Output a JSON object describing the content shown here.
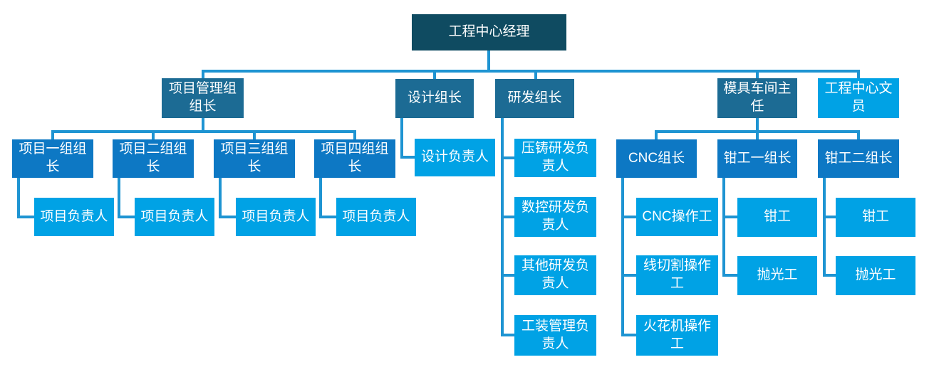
{
  "colors": {
    "level1": "#0f4b61",
    "level2": "#1c6b94",
    "level3": "#0d78c4",
    "leaf": "#00a2e5",
    "connector": "#1e94d2",
    "text": "#ffffff",
    "background": "#ffffff"
  },
  "diagram_type": "org-chart",
  "tree": {
    "label": "工程中心经理",
    "children": [
      {
        "label": "项目管理组组长",
        "children": [
          {
            "label": "项目一组组长",
            "children": [
              {
                "label": "项目负责人"
              }
            ]
          },
          {
            "label": "项目二组组长",
            "children": [
              {
                "label": "项目负责人"
              }
            ]
          },
          {
            "label": "项目三组组长",
            "children": [
              {
                "label": "项目负责人"
              }
            ]
          },
          {
            "label": "项目四组组长",
            "children": [
              {
                "label": "项目负责人"
              }
            ]
          }
        ]
      },
      {
        "label": "设计组长",
        "children": [
          {
            "label": "设计负责人"
          }
        ]
      },
      {
        "label": "研发组长",
        "children": [
          {
            "label": "压铸研发负责人"
          },
          {
            "label": "数控研发负责人"
          },
          {
            "label": "其他研发负责人"
          },
          {
            "label": "工装管理负责人"
          }
        ]
      },
      {
        "label": "模具车间主任",
        "children": [
          {
            "label": "CNC组长",
            "children": [
              {
                "label": "CNC操作工"
              },
              {
                "label": "线切割操作工"
              },
              {
                "label": "火花机操作工"
              }
            ]
          },
          {
            "label": "钳工一组长",
            "children": [
              {
                "label": "钳工"
              },
              {
                "label": "抛光工"
              }
            ]
          },
          {
            "label": "钳工二组长",
            "children": [
              {
                "label": "钳工"
              },
              {
                "label": "抛光工"
              }
            ]
          }
        ]
      },
      {
        "label": "工程中心文员"
      }
    ]
  }
}
